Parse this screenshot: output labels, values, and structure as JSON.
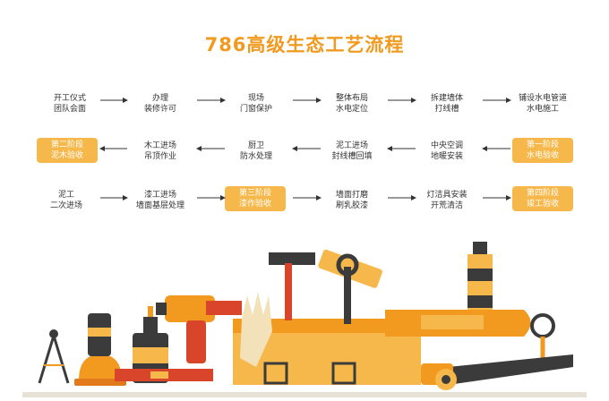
{
  "title": "786高级生态工艺流程",
  "steps": [
    {
      "l1": "开工仪式",
      "l2": "团队会面"
    },
    {
      "l1": "办理",
      "l2": "装修许可"
    },
    {
      "l1": "现场",
      "l2": "门窗保护"
    },
    {
      "l1": "整体布局",
      "l2": "水电定位"
    },
    {
      "l1": "拆建墙体",
      "l2": "打线槽"
    },
    {
      "l1": "铺设水电管道",
      "l2": "水电施工"
    },
    {
      "l1": "第一阶段",
      "l2": "水电验收"
    },
    {
      "l1": "中央空调",
      "l2": "地暖安装"
    },
    {
      "l1": "泥工进场",
      "l2": "封线槽回填"
    },
    {
      "l1": "厨卫",
      "l2": "防水处理"
    },
    {
      "l1": "木工进场",
      "l2": "吊顶作业"
    },
    {
      "l1": "第二阶段",
      "l2": "泥木验收"
    },
    {
      "l1": "泥工",
      "l2": "二次进场"
    },
    {
      "l1": "漆工进场",
      "l2": "墙面基层处理"
    },
    {
      "l1": "第三阶段",
      "l2": "漆作验收"
    },
    {
      "l1": "墙面打磨",
      "l2": "刷乳胶漆"
    },
    {
      "l1": "灯洁具安装",
      "l2": "开荒清洁"
    },
    {
      "l1": "第四阶段",
      "l2": "竣工验收"
    }
  ],
  "colors": {
    "accent": "#F29A1F",
    "stage_bg": "#F6B84A",
    "arrow": "#333333"
  },
  "illustration": "tools-toolbox-illustration"
}
